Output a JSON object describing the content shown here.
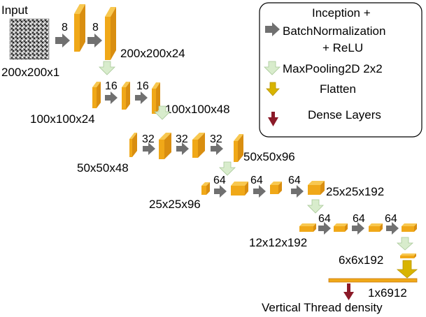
{
  "input": {
    "label": "Input",
    "size": "200x200x1"
  },
  "stages": [
    {
      "channels": [
        "8",
        "8"
      ],
      "output_size": "200x200x24"
    },
    {
      "channels": [
        "16",
        "16"
      ],
      "output_size": "100x100x48",
      "input_size": "100x100x24"
    },
    {
      "channels": [
        "32",
        "32",
        "32"
      ],
      "output_size": "50x50x96",
      "input_size": "50x50x48"
    },
    {
      "channels": [
        "64",
        "64",
        "64"
      ],
      "output_size": "25x25x192",
      "input_size": "25x25x96"
    },
    {
      "channels": [
        "64",
        "64",
        "64"
      ],
      "input_size": "12x12x192"
    }
  ],
  "pooled_size": "6x6x192",
  "flatten_size": "1x6912",
  "output_label": "Vertical Thread density",
  "legend": {
    "items": [
      {
        "icon": "gray-arrow-icon",
        "text_lines": [
          "Inception +",
          "BatchNormalization",
          "+ ReLU"
        ]
      },
      {
        "icon": "green-down-arrow-icon",
        "text_lines": [
          "MaxPooling2D 2x2"
        ]
      },
      {
        "icon": "yellow-down-arrow-icon",
        "text_lines": [
          "Flatten"
        ]
      },
      {
        "icon": "red-down-arrow-icon",
        "text_lines": [
          "Dense Layers"
        ]
      }
    ]
  },
  "colors": {
    "block_face": "#f0a818",
    "block_side": "#c8780a",
    "block_top": "#f8c850",
    "inception_arrow": "#707070",
    "pool_arrow": "#d8eccc",
    "flatten_arrow": "#d8b400",
    "dense_arrow": "#8b1a28"
  }
}
